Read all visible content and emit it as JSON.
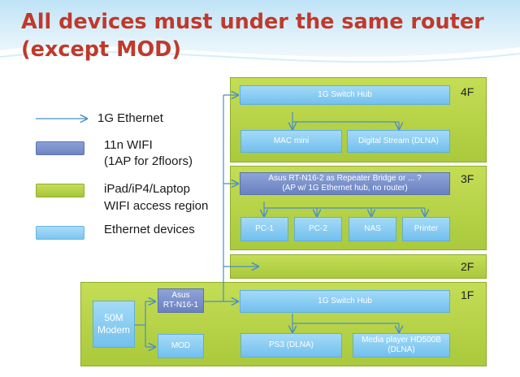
{
  "title": {
    "line1": "All devices must under the same router",
    "line2": "(except MOD)"
  },
  "legend": {
    "ethernet": "1G Ethernet",
    "wifi_line1": "11n WIFI",
    "wifi_line2": "(1AP for 2floors)",
    "region_line1": "iPad/iP4/Laptop",
    "region_line2": "WIFI access region",
    "devices": "Ethernet devices"
  },
  "floors": {
    "f4": {
      "label": "4F",
      "switch": "1G Switch Hub",
      "device_a": "MAC mini",
      "device_b": "Digital Stream (DLNA)"
    },
    "f3": {
      "label": "3F",
      "bridge_line1": "Asus RT-N16-2 as Repeater Bridge or ... ?",
      "bridge_line2": "(AP w/ 1G Ethernet hub, no router)",
      "device_a": "PC-1",
      "device_b": "PC-2",
      "device_c": "NAS",
      "device_d": "Printer"
    },
    "f2": {
      "label": "2F"
    },
    "f1": {
      "label": "1F",
      "modem_line1": "50M",
      "modem_line2": "Modem",
      "router_line1": "Asus",
      "router_line2": "RT-N16-1",
      "mod": "MOD",
      "switch": "1G Switch Hub",
      "device_a": "PS3 (DLNA)",
      "device_b_line1": "Media player HD500B",
      "device_b_line2": "(DLNA)"
    }
  },
  "colors": {
    "title": "#c0392b",
    "region": "#b3cf45",
    "ethernet_device": "#8dcdf2",
    "wifi_device": "#7b90cc",
    "line": "#4a8fc4"
  }
}
